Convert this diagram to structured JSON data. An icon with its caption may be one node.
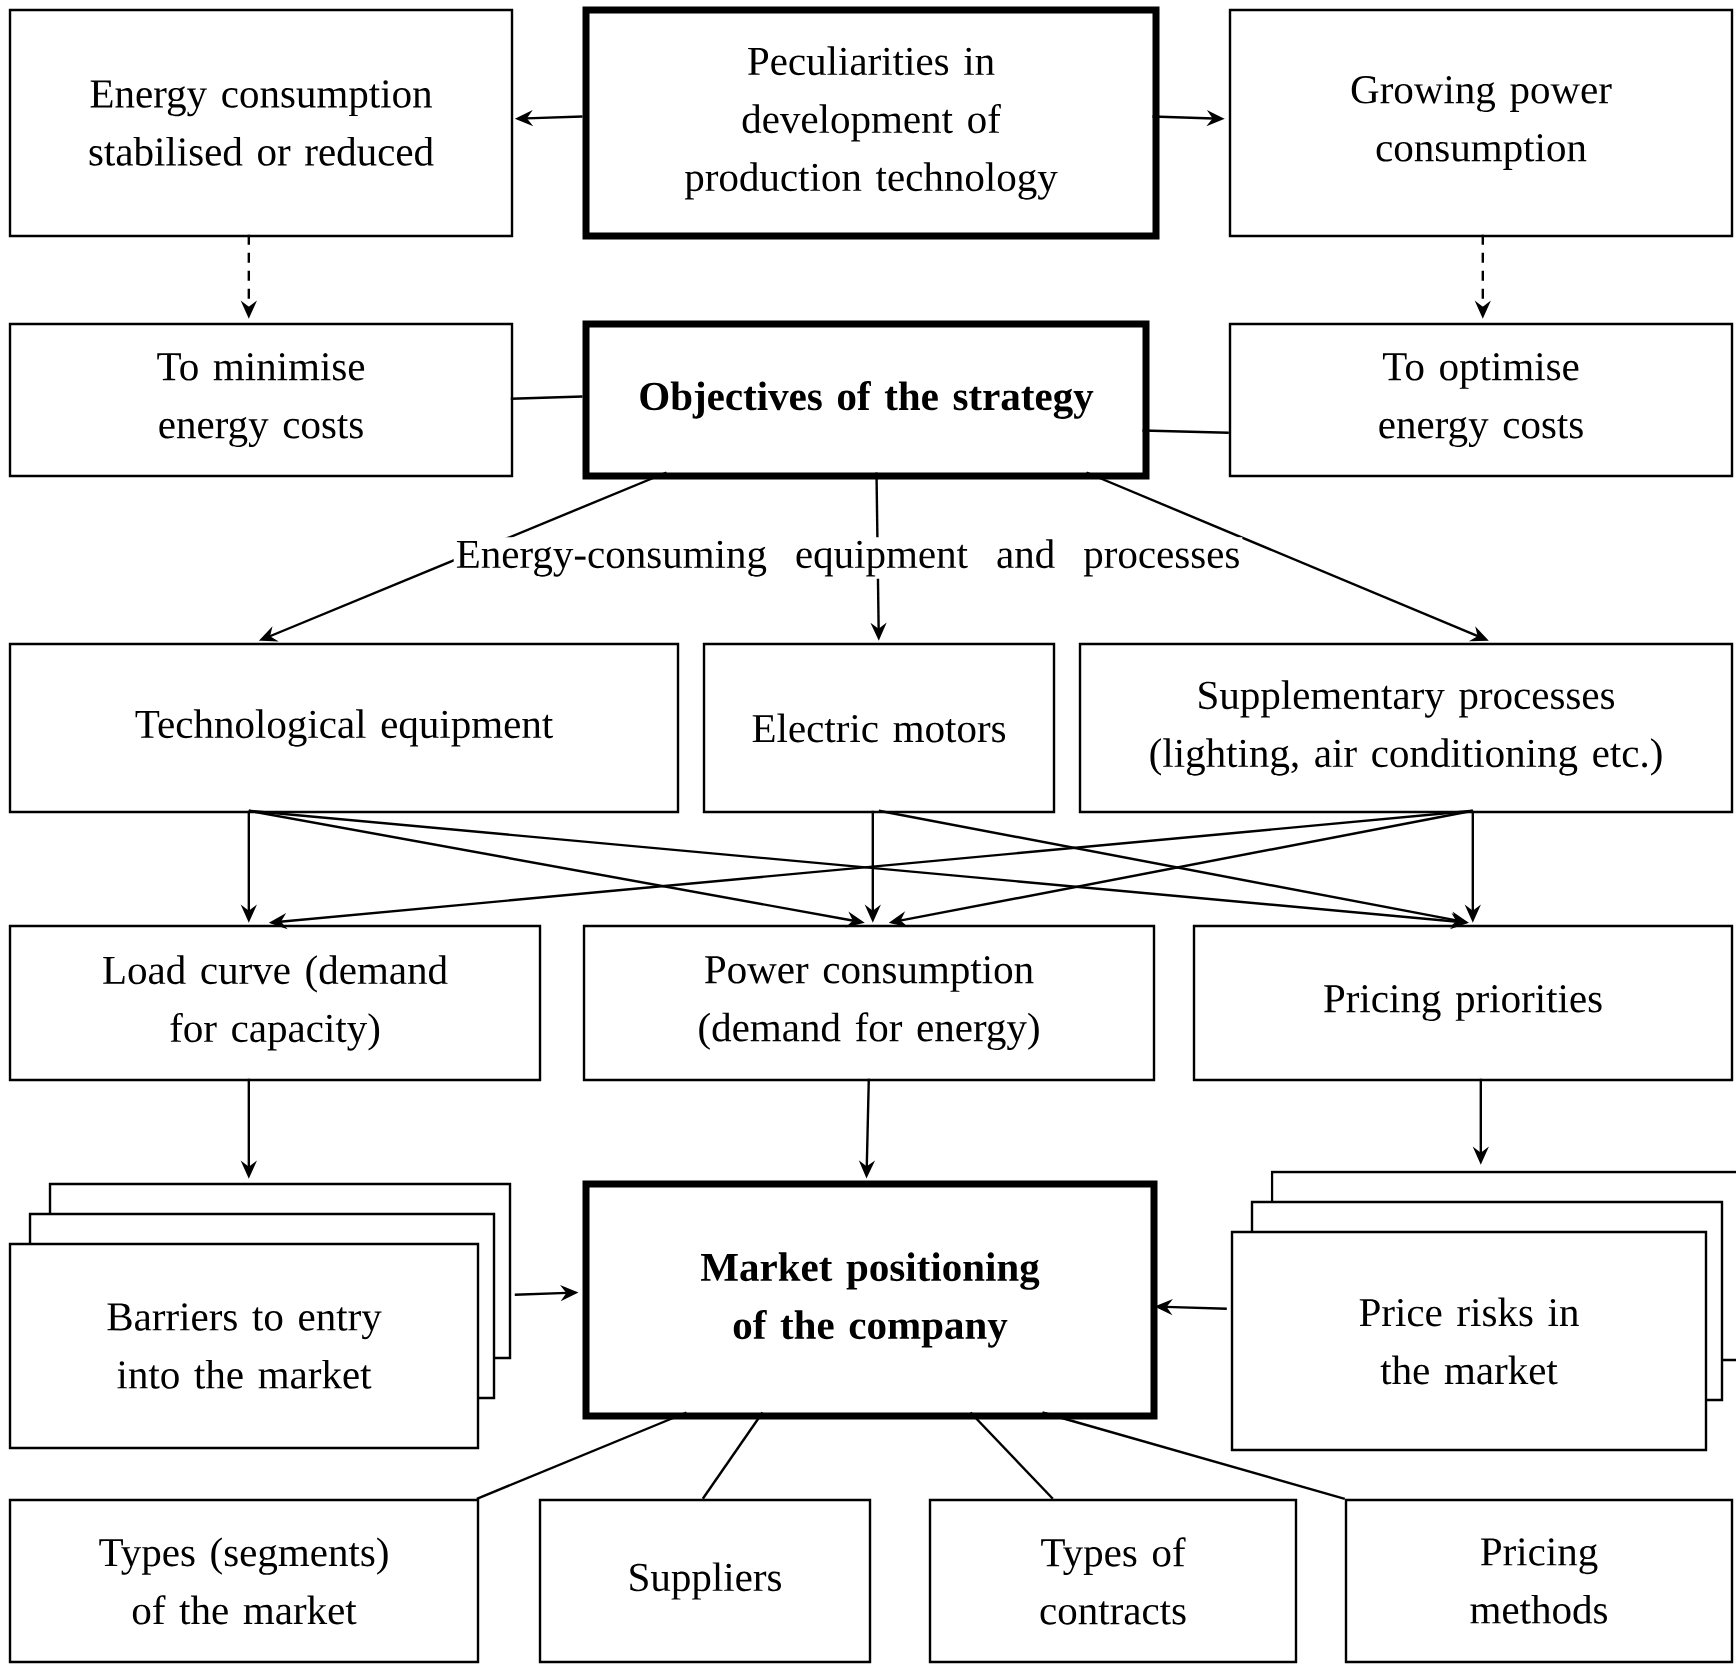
{
  "diagram": {
    "nodes": [
      {
        "text": [
          "Peculiarities in development of production technology"
        ]
      },
      {
        "text": [
          "Energy consumption stabilised or reduced"
        ]
      },
      {
        "text": [
          "Growing power consumption"
        ]
      },
      {
        "text": [
          "To minimise energy costs"
        ]
      },
      {
        "text": [
          "Objectives of the strategy"
        ]
      },
      {
        "text": [
          "To optimise energy costs"
        ]
      },
      {
        "text": [
          "Technological equipment"
        ]
      },
      {
        "text": [
          "Electric motors"
        ]
      },
      {
        "text": [
          "Supplementary processes (lighting, air conditioning etc.)"
        ]
      },
      {
        "text": [
          "Load curve (demand for capacity)"
        ]
      },
      {
        "text": [
          "Power consumption (demand for energy)"
        ]
      },
      {
        "text": [
          "Pricing priorities"
        ]
      },
      {
        "text": [
          "Barriers to entry into the market"
        ]
      },
      {
        "text": [
          "Market positioning of the company"
        ]
      },
      {
        "text": [
          "Price risks in the market"
        ]
      },
      {
        "text": [
          "Types (segments) of the market"
        ]
      },
      {
        "text": [
          "Suppliers"
        ]
      },
      {
        "text": [
          "Types of contracts"
        ]
      },
      {
        "text": [
          "Pricing methods"
        ]
      }
    ],
    "edges": [
      {
        "from": 0,
        "to": 1,
        "arrow": "to"
      },
      {
        "from": 0,
        "to": 2,
        "arrow": "to"
      },
      {
        "from": 1,
        "to": 3,
        "arrow": "to",
        "style": "dashed"
      },
      {
        "from": 2,
        "to": 5,
        "arrow": "to",
        "style": "dashed"
      },
      {
        "from": 3,
        "to": 4,
        "arrow": "none"
      },
      {
        "from": 5,
        "to": 4,
        "arrow": "none"
      },
      {
        "from": 4,
        "to": 6,
        "arrow": "to"
      },
      {
        "from": 4,
        "to": 7,
        "arrow": "to"
      },
      {
        "from": 4,
        "to": 8,
        "arrow": "to"
      },
      {
        "from": 6,
        "to": 9,
        "arrow": "to"
      },
      {
        "from": 6,
        "to": 10,
        "arrow": "to"
      },
      {
        "from": 6,
        "to": 11,
        "arrow": "to"
      },
      {
        "from": 7,
        "to": 10,
        "arrow": "to"
      },
      {
        "from": 7,
        "to": 11,
        "arrow": "to"
      },
      {
        "from": 8,
        "to": 9,
        "arrow": "to"
      },
      {
        "from": 8,
        "to": 10,
        "arrow": "to"
      },
      {
        "from": 8,
        "to": 11,
        "arrow": "to"
      },
      {
        "from": 9,
        "to": 12,
        "arrow": "to"
      },
      {
        "from": 10,
        "to": 13,
        "arrow": "to"
      },
      {
        "from": 11,
        "to": 14,
        "arrow": "to"
      },
      {
        "from": 12,
        "to": 13,
        "arrow": "to"
      },
      {
        "from": 14,
        "to": 13,
        "arrow": "to"
      },
      {
        "from": 13,
        "to": 15,
        "arrow": "none"
      },
      {
        "from": 13,
        "to": 16,
        "arrow": "none"
      },
      {
        "from": 13,
        "to": 17,
        "arrow": "none"
      },
      {
        "from": 13,
        "to": 18,
        "arrow": "none"
      }
    ],
    "labels": [
      "Energy-consuming equipment and processes"
    ]
  }
}
